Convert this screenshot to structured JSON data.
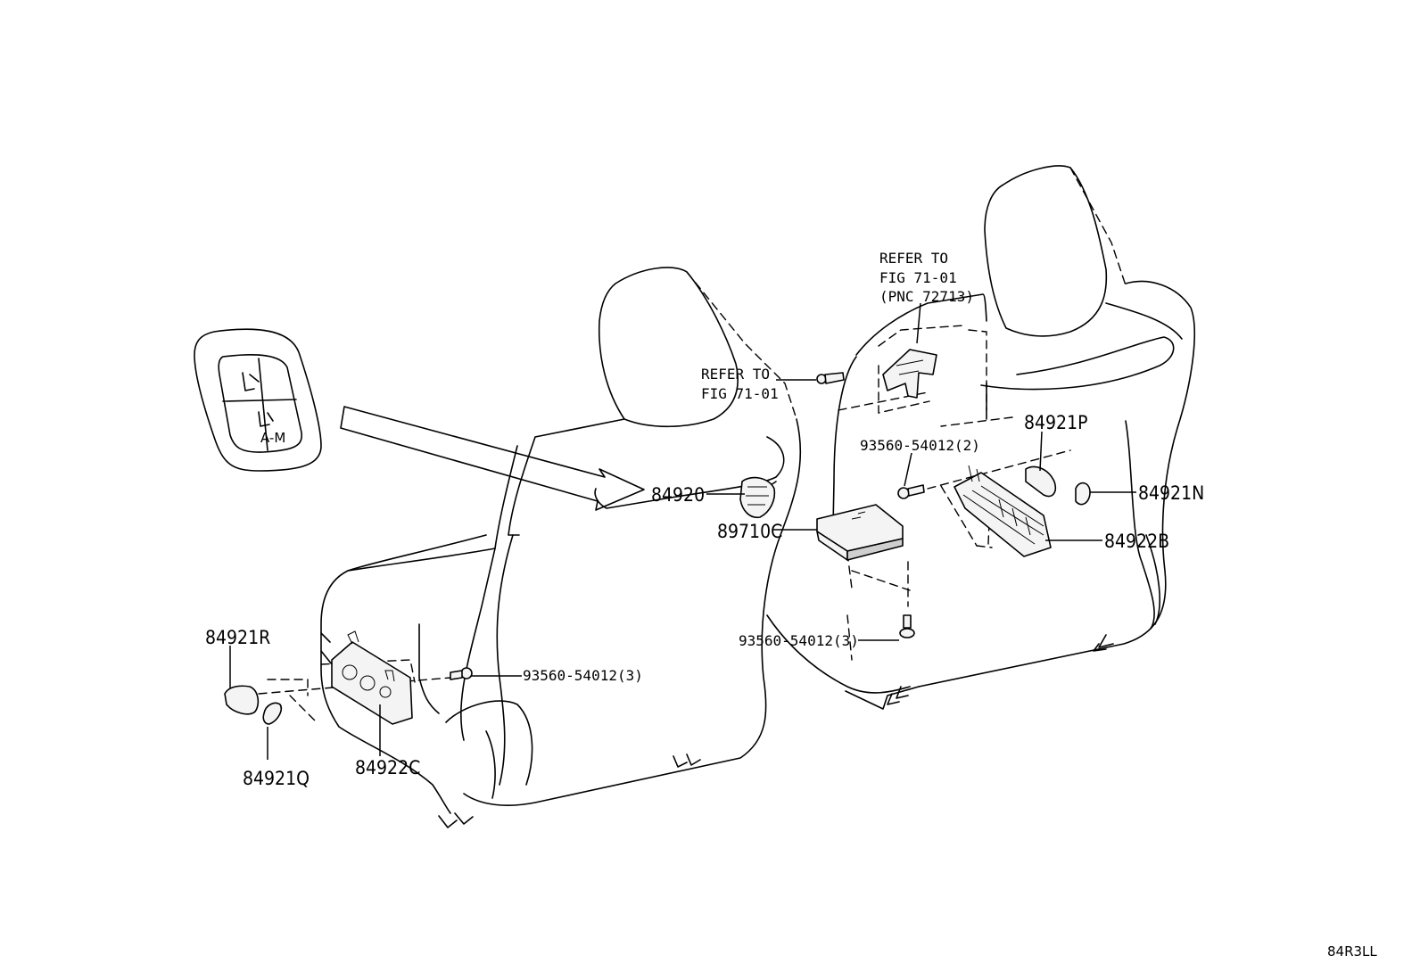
{
  "labels": {
    "p84920": "84920",
    "p89710c": "89710C",
    "p84921p": "84921P",
    "p84921n": "84921N",
    "p84922b": "84922B",
    "p84921r": "84921R",
    "p84921q": "84921Q",
    "p84922c": "84922C",
    "bolt_a": "93560-54012(2)",
    "bolt_b": "93560-54012(3)",
    "bolt_c": "93560-54012(3)"
  },
  "refer_left": {
    "line1": "REFER TO",
    "line2": "FIG 71-01"
  },
  "refer_top": {
    "line1": "REFER TO",
    "line2": "FIG 71-01",
    "line3": "(PNC 72713)"
  },
  "inset": {
    "switch_caption": "A-M"
  },
  "diagram_code": "84R3LL"
}
